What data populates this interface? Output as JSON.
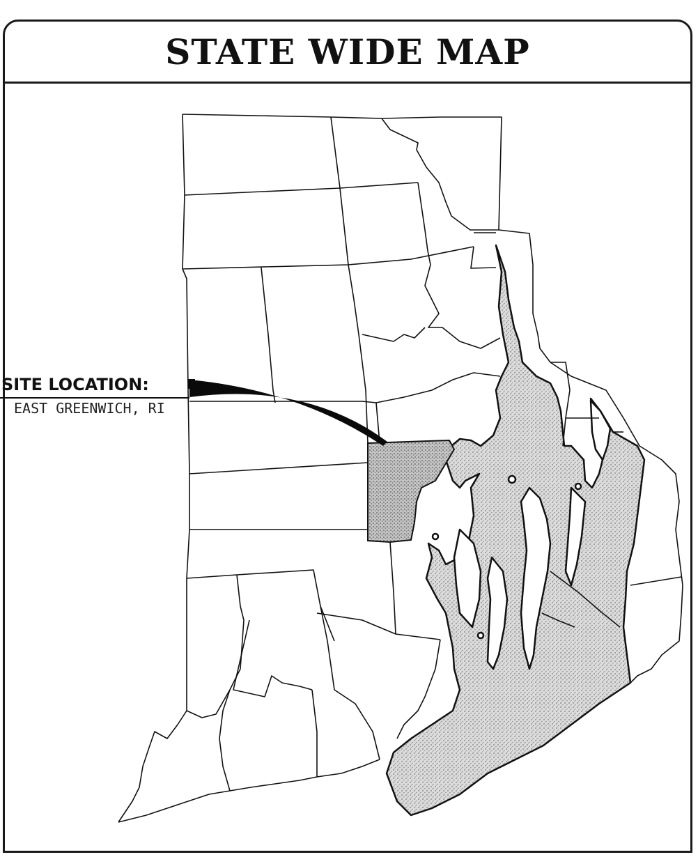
{
  "title": "STATE WIDE MAP",
  "site": {
    "label": "SITE LOCATION:",
    "sublabel": "EAST GREENWICH, RI"
  },
  "colors": {
    "water_stipple": "#c8c8c8",
    "outline": "#111111",
    "site_fill": "#bdbdbd"
  },
  "map": {
    "subject": "Rhode Island municipal boundary map",
    "highlighted_area": "East Greenwich"
  }
}
